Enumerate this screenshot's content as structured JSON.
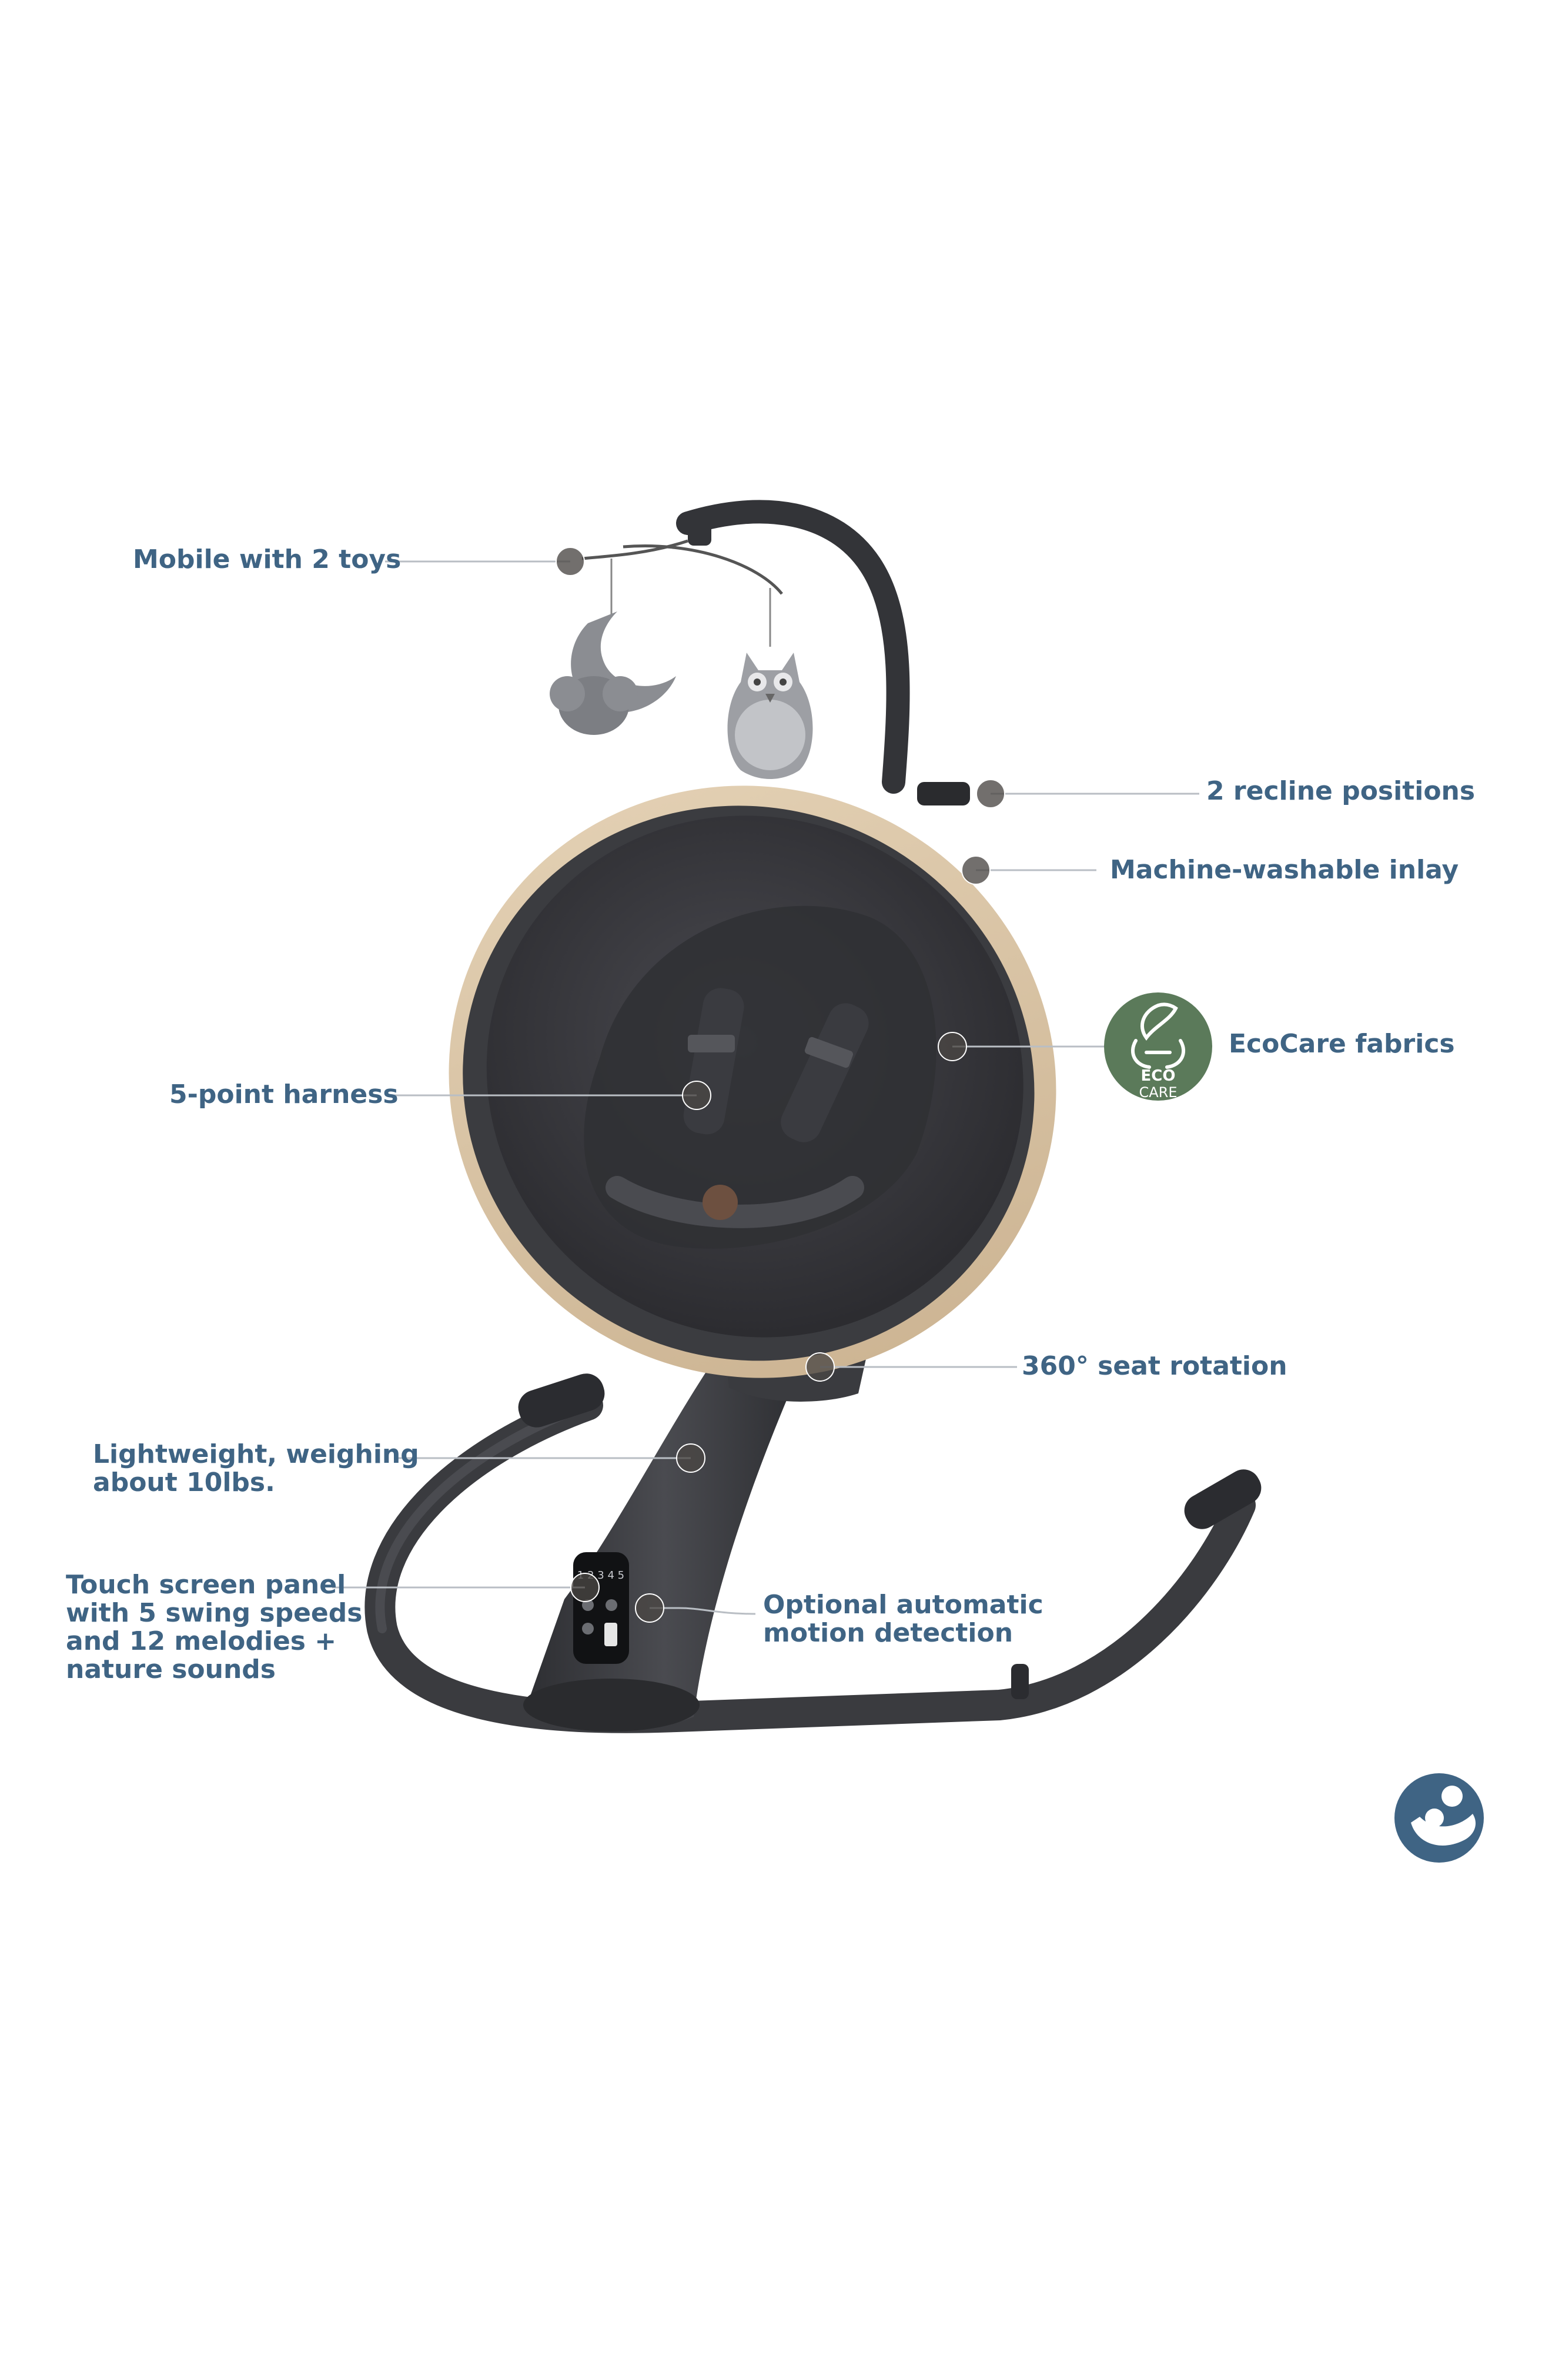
{
  "callouts": {
    "mobile": "Mobile with 2 toys",
    "recline": "2 recline positions",
    "inlay": "Machine-washable inlay",
    "ecocare": "EcoCare fabrics",
    "harness": "5-point harness",
    "rotation": "360° seat rotation",
    "weight_line1": "Lightweight, weighing",
    "weight_line2": "about 10lbs.",
    "touch_line1": "Touch screen panel",
    "touch_line2": "with 5 swing speeds",
    "touch_line3": "and 12 melodies +",
    "touch_line4": "nature sounds",
    "motion_line1": "Optional automatic",
    "motion_line2": "motion detection"
  },
  "badge": {
    "line1": "ECO",
    "line2": "CARE"
  },
  "panel": {
    "speed_digits": "1 2 3 4 5"
  },
  "colors": {
    "label_text": "#3f6484",
    "eco_badge": "#5b7a5a",
    "brand_badge": "#3f6484",
    "frame": "#3c3d40",
    "seat": "#35353a",
    "rim": "#d8c4a6"
  },
  "icons": {
    "eco_badge": "ecocare-leaf-icon",
    "brand_badge": "parent-child-icon"
  }
}
